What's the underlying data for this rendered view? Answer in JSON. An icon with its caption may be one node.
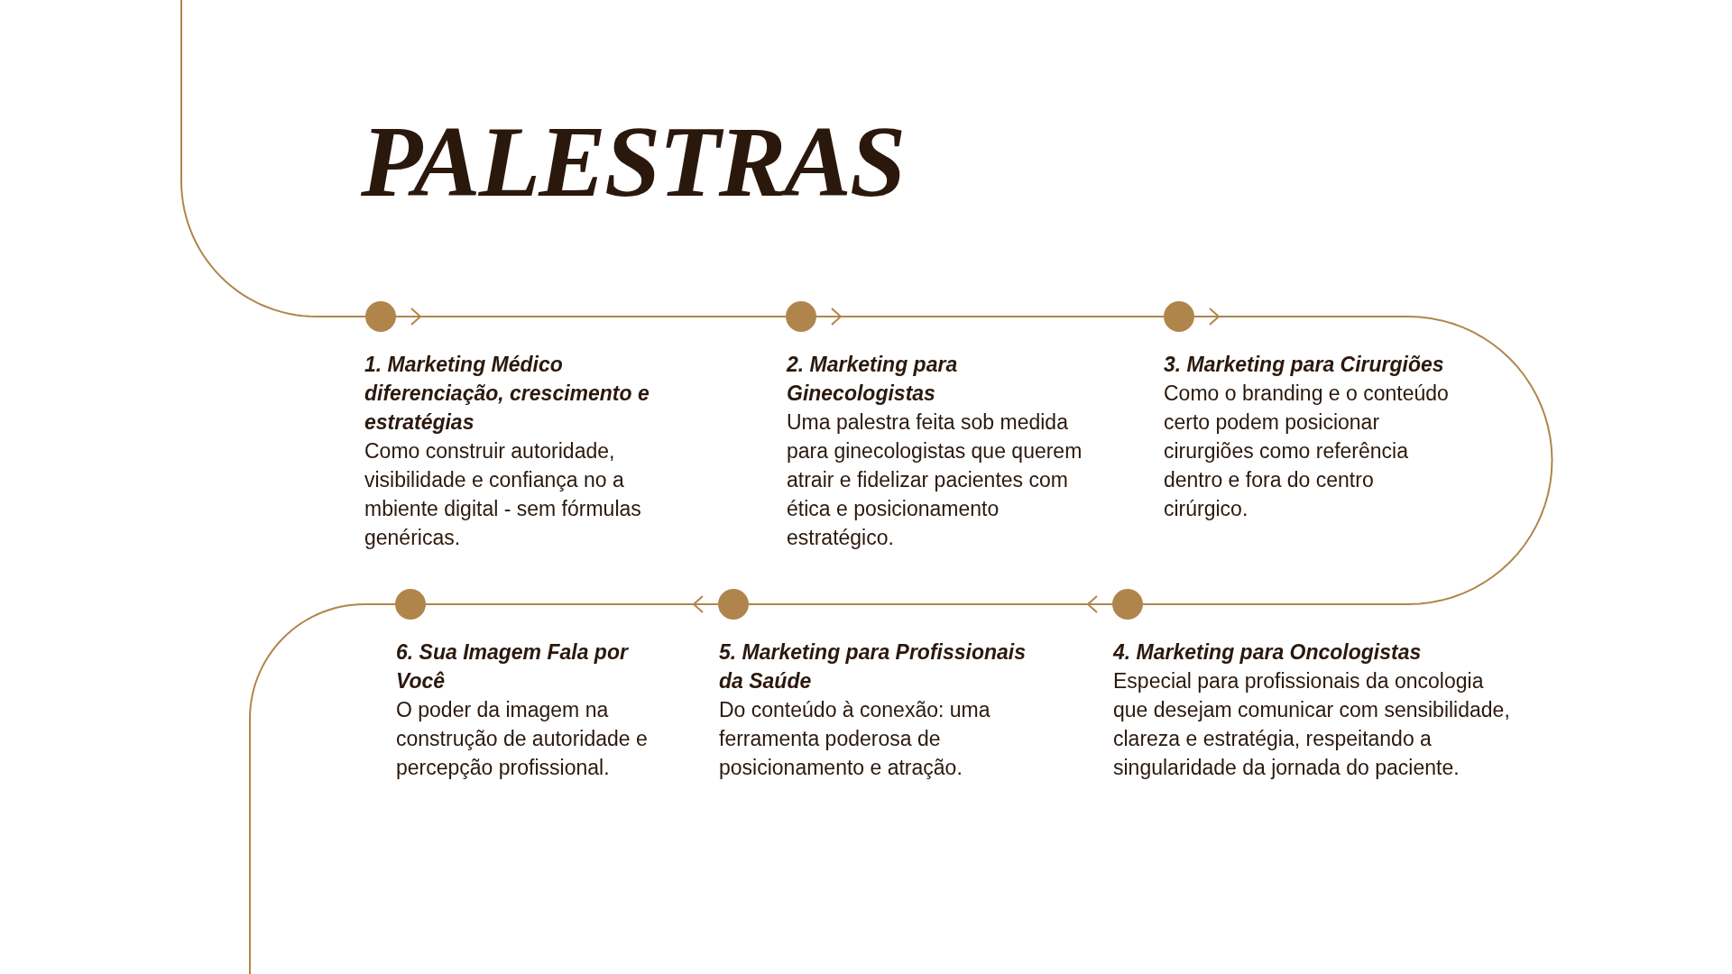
{
  "diagram": {
    "title": "PALESTRAS",
    "nodes": [
      {
        "text": [],
        "shape": "circle",
        "beside": [
          "1. Marketing Médico diferenciação, crescimento e estratégias",
          "Como construir autoridade, visibilidade e confiança no a mbiente digital - sem fórmulas genéricas."
        ]
      },
      {
        "text": [],
        "shape": "circle",
        "beside": [
          "2. Marketing para Ginecologistas",
          "Uma palestra feita sob medida para ginecologistas que querem atrair e fidelizar pacientes com ética e posicionamento estratégico."
        ]
      },
      {
        "text": [],
        "shape": "circle",
        "beside": [
          "3. Marketing para Cirurgiões",
          "Como o branding e o conteúdo certo podem posicionar cirurgiões como referência dentro e fora do centro cirúrgico."
        ]
      },
      {
        "text": [],
        "shape": "circle",
        "beside": [
          "4. Marketing para Oncologistas",
          "Especial para profissionais da oncologia que desejam comunicar com sensibilidade, clareza e estratégia, respeitando a singularidade da jornada do paciente."
        ]
      },
      {
        "text": [],
        "shape": "circle",
        "beside": [
          "5. Marketing para Profissionais da Saúde",
          "Do conteúdo à conexão: uma ferramenta poderosa de posicionamento e atração."
        ]
      },
      {
        "text": [],
        "shape": "circle",
        "beside": [
          "6. Sua Imagem Fala por Você",
          "O poder da imagem na construção de autoridade e percepção profissional."
        ]
      }
    ],
    "edges": [
      {
        "from": null,
        "to": 0,
        "arrow": "none"
      },
      {
        "from": 0,
        "to": 1,
        "arrow": "none"
      },
      {
        "from": 1,
        "to": 2,
        "arrow": "none"
      },
      {
        "from": 2,
        "to": 3,
        "arrow": "none"
      },
      {
        "from": 3,
        "to": 4,
        "arrow": "none"
      },
      {
        "from": 4,
        "to": 5,
        "arrow": "none"
      },
      {
        "from": 5,
        "to": null,
        "arrow": "none"
      }
    ]
  }
}
